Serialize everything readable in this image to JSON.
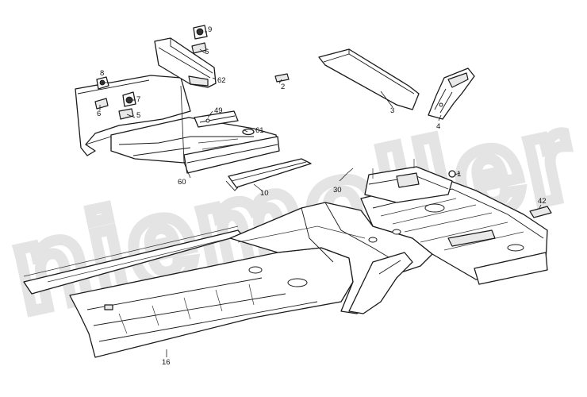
{
  "watermark": "niemoller",
  "callouts": {
    "c1": "1",
    "c2": "2",
    "c3": "3",
    "c4": "4",
    "c5": "5",
    "c6a": "6",
    "c6b": "6",
    "c7": "7",
    "c8": "8",
    "c9": "9",
    "c10": "10",
    "c16": "16",
    "c30": "30",
    "c42": "42",
    "c49": "49",
    "c60": "60",
    "c61": "61",
    "c62": "62"
  },
  "colors": {
    "ink": "#1a1a1a",
    "paper": "#ffffff",
    "watermark": "#e4e4e4"
  }
}
